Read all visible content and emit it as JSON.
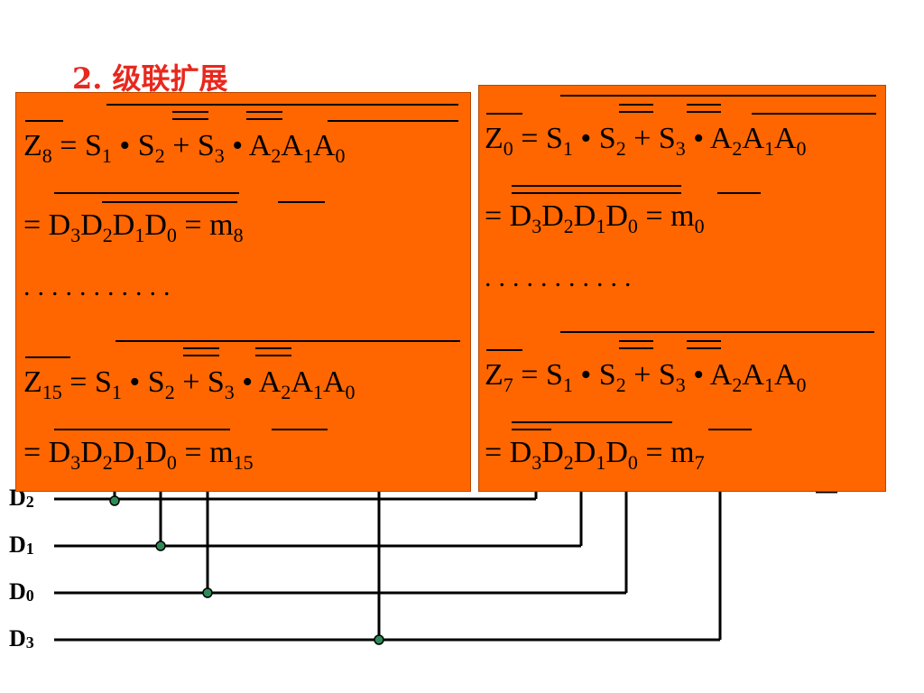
{
  "title": "2. 级联扩展",
  "inputs": [
    {
      "name": "D",
      "sub": "2"
    },
    {
      "name": "D",
      "sub": "1"
    },
    {
      "name": "D",
      "sub": "0"
    },
    {
      "name": "D",
      "sub": "3"
    }
  ],
  "left_panel": {
    "eq1_lhs": "Z",
    "eq1_lhs_sub": "8",
    "eq2_rhs": "m",
    "eq2_rhs_sub": "8",
    "dots": "...........",
    "eq3_lhs": "Z",
    "eq3_lhs_sub": "15",
    "eq4_rhs": "m",
    "eq4_rhs_sub": "15"
  },
  "right_panel": {
    "eq1_lhs": "Z",
    "eq1_lhs_sub": "0",
    "eq2_rhs": "m",
    "eq2_rhs_sub": "0",
    "dots": "...........",
    "eq3_lhs": "Z",
    "eq3_lhs_sub": "7",
    "eq4_rhs": "m",
    "eq4_rhs_sub": "7"
  },
  "colors": {
    "panel": "#ff6600",
    "title": "#e8281e",
    "node": "#2e8b57"
  }
}
